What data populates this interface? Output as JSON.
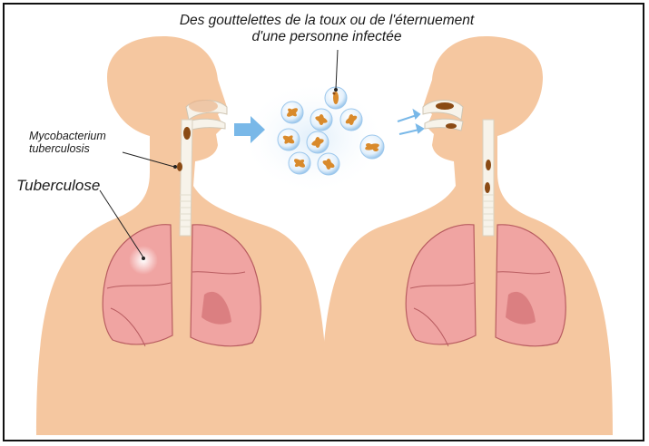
{
  "labels": {
    "title_line1": "Des gouttelettes de la toux ou de l'éternuement",
    "title_line2": "d'une personne infectée",
    "mycobacterium_line1": "Mycobacterium",
    "mycobacterium_line2": "tuberculosis",
    "tuberculose": "Tuberculose"
  },
  "colors": {
    "skin": "#f5c7a0",
    "skin_shade": "#eab48a",
    "lung": "#f0a4a2",
    "lung_dark": "#d7797b",
    "lung_outline": "#b85c60",
    "trachea": "#f7f3ea",
    "bacteria": "#d98a2b",
    "bacteria_dark": "#8a4a14",
    "droplet": "#dfeefa",
    "arrow": "#79b8e8"
  }
}
